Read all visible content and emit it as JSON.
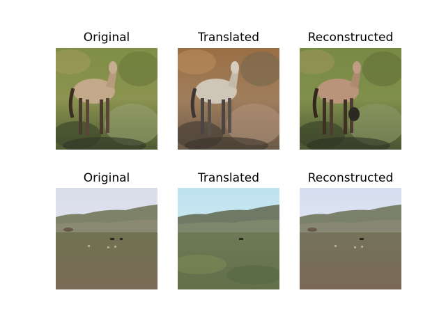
{
  "figure": {
    "rows": [
      {
        "subject": "horse standing in grassy hillside",
        "panels": [
          {
            "title": "Original"
          },
          {
            "title": "Translated"
          },
          {
            "title": "Reconstructed"
          }
        ]
      },
      {
        "subject": "open grassland with distant hills and small animals",
        "panels": [
          {
            "title": "Original"
          },
          {
            "title": "Translated"
          },
          {
            "title": "Reconstructed"
          }
        ]
      }
    ]
  }
}
